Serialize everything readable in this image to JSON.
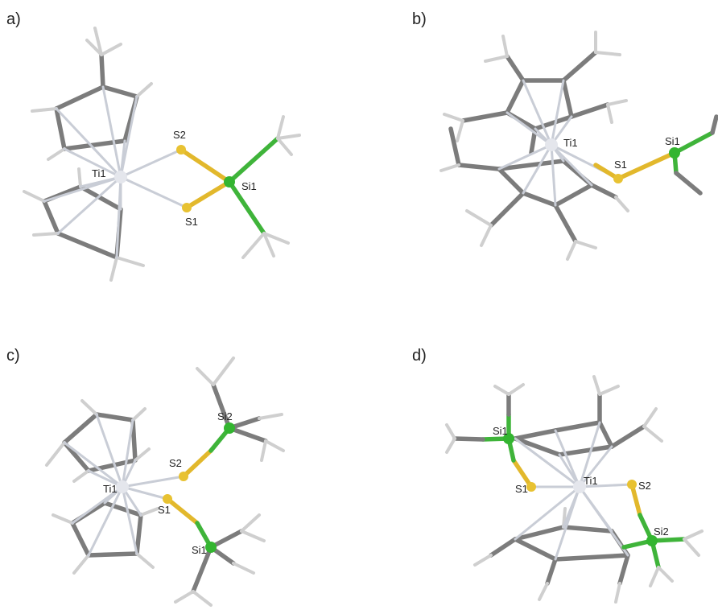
{
  "panels": [
    {
      "id": "a",
      "label": "a)",
      "atom_labels": [
        "S2",
        "Ti1",
        "Si1",
        "S1"
      ]
    },
    {
      "id": "b",
      "label": "b)",
      "atom_labels": [
        "Ti1",
        "Si1",
        "S1"
      ]
    },
    {
      "id": "c",
      "label": "c)",
      "atom_labels": [
        "Si2",
        "S2",
        "Ti1",
        "S1",
        "Si1"
      ]
    },
    {
      "id": "d",
      "label": "d)",
      "atom_labels": [
        "Si1",
        "S1",
        "Ti1",
        "S2",
        "Si2"
      ]
    }
  ],
  "colors": {
    "carbon": "#7c7c7c",
    "hydrogen": "#dddddd",
    "titanium": "#e4e6ec",
    "sulfur": "#e8c232",
    "silicon": "#33b530"
  }
}
